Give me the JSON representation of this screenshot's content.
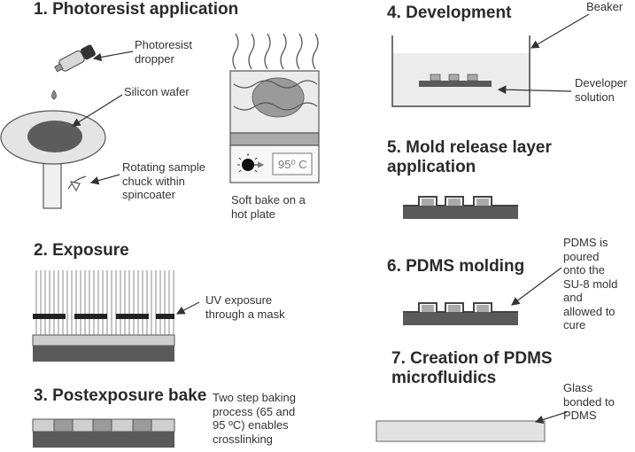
{
  "steps": {
    "s1": "1. Photoresist application",
    "s2": "2. Exposure",
    "s3": "3. Postexposure bake",
    "s4": "4. Development",
    "s5a": "5. Mold release layer",
    "s5b": "application",
    "s6": "6. PDMS molding",
    "s7a": "7. Creation of PDMS",
    "s7b": "microfluidics"
  },
  "labels": {
    "dropper": "Photoresist\ndropper",
    "wafer": "Silicon wafer",
    "chuck": "Rotating sample\nchuck within\nspincoater",
    "softbake": "Soft bake on a\nhot plate",
    "temp": "95⁰ C",
    "uv": "UV exposure\nthrough a mask",
    "twostep": "Two step baking\nprocess (65 and\n95 ºC) enables\ncrosslinking",
    "beaker": "Beaker",
    "developer": "Developer\nsolution",
    "pdms": "PDMS is\npoured\nonto the\nSU-8 mold\nand\nallowed to\ncure",
    "glass": "Glass\nbonded to\nPDMS"
  },
  "colors": {
    "dark": "#5a5a5a",
    "mid": "#9a9a9a",
    "light": "#cfcfcf",
    "lighter": "#e2e2e2",
    "line": "#444444"
  }
}
